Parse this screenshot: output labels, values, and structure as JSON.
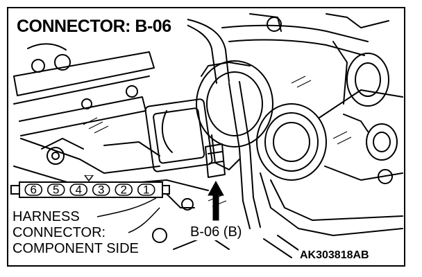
{
  "diagram": {
    "title": "CONNECTOR: B-06",
    "connector_pins": [
      "6",
      "5",
      "4",
      "3",
      "2",
      "1"
    ],
    "harness_label_lines": [
      "HARNESS",
      "CONNECTOR:",
      "COMPONENT SIDE"
    ],
    "callout_label": "B-06 (B)",
    "figure_code": "AK303818AB"
  }
}
